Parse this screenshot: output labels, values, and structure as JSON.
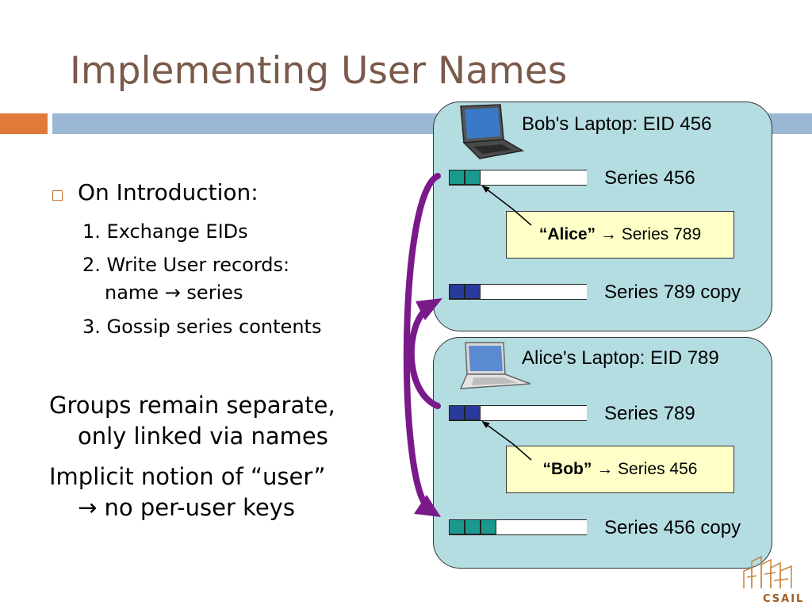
{
  "slide": {
    "title": "Implementing User Names",
    "bullets": {
      "main": "On Introduction:",
      "steps": [
        "1.  Exchange EIDs",
        "2.  Write User records:",
        "name → series",
        "3.  Gossip series contents"
      ]
    },
    "paragraphs": [
      [
        "Groups remain separate,",
        "only linked via names"
      ],
      [
        "Implicit notion of “user”",
        "→ no per-user keys"
      ]
    ]
  },
  "bob_panel": {
    "title": "Bob's Laptop: EID 456",
    "series_own": "Series 456",
    "record_name": "“Alice”",
    "record_target": "→ Series 789",
    "series_copy": "Series 789 copy"
  },
  "alice_panel": {
    "title": "Alice's Laptop: EID 789",
    "series_own": "Series 789",
    "record_name": "“Bob”",
    "record_target": "→ Series 456",
    "series_copy": "Series 456 copy"
  },
  "logo": {
    "text": "CSAIL"
  },
  "colors": {
    "title": "#7a5a4a",
    "panel_fill": "#b4dde2",
    "record_fill": "#ffffc8",
    "gossip_arrow": "#7a1a8a",
    "series_456_cells": "#1a9a8e",
    "series_789_cells": "#2a3a9a",
    "accent_orange": "#e07a3a",
    "accent_blue": "#9ab8d4"
  }
}
